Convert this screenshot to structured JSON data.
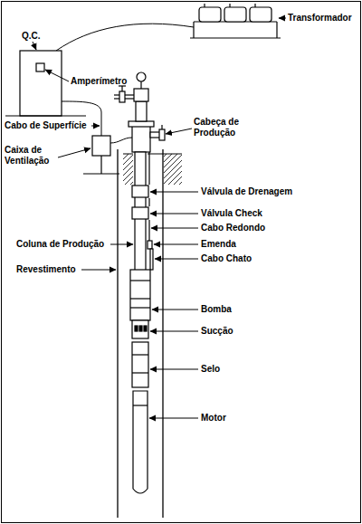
{
  "diagram": {
    "labels": [
      "Transformador",
      "Q.C.",
      "Amperímetro",
      "Cabo de Superfície",
      "Caixa de Ventilação",
      "Cabeça de Produção",
      "Válvula de Drenagem",
      "Válvula Check",
      "Cabo Redondo",
      "Coluna de Produção",
      "Emenda",
      "Cabo Chato",
      "Revestimento",
      "Bomba",
      "Sucção",
      "Selo",
      "Motor"
    ]
  }
}
